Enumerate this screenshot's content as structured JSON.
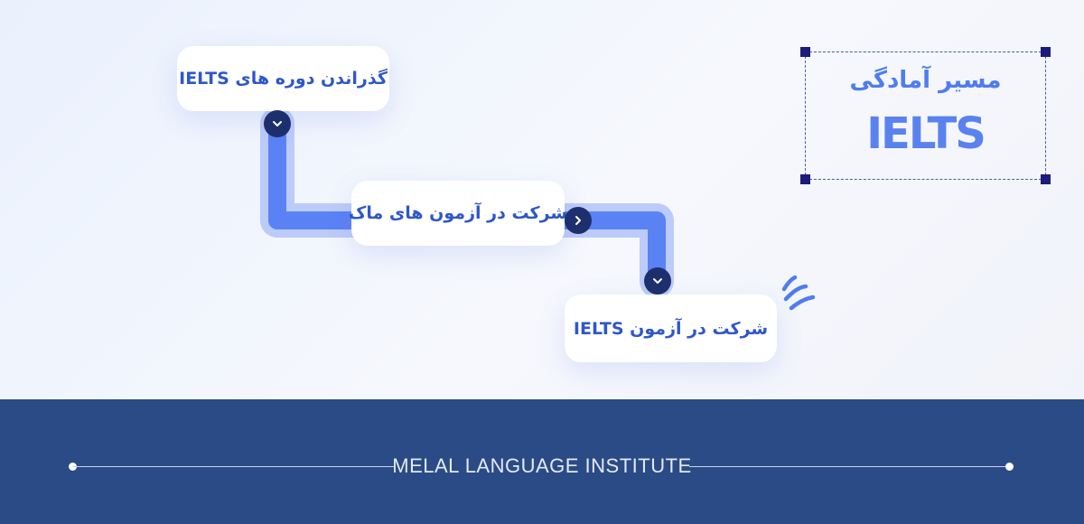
{
  "title": {
    "line1": "مسیر آمادگی",
    "line2": "IELTS"
  },
  "steps": [
    {
      "label": "گذراندن دوره های IELTS",
      "connector_icon": "chevron-down-icon"
    },
    {
      "label": "شرکت در آزمون های ماک",
      "connector_icon": "chevron-right-icon"
    },
    {
      "label": "شرکت در آزمون IELTS",
      "connector_icon": "chevron-down-icon"
    }
  ],
  "footer": {
    "institute_name": "MELAL LANGUAGE INSTITUTE"
  },
  "colors": {
    "path": "#5b82f5",
    "path_glow": "#bccbf9",
    "node": "#1e2f6e",
    "card_text": "#2e57c9",
    "title_text": "#4f7cf0",
    "footer_bg": "#2a4b85",
    "handle": "#1c1c7c"
  }
}
